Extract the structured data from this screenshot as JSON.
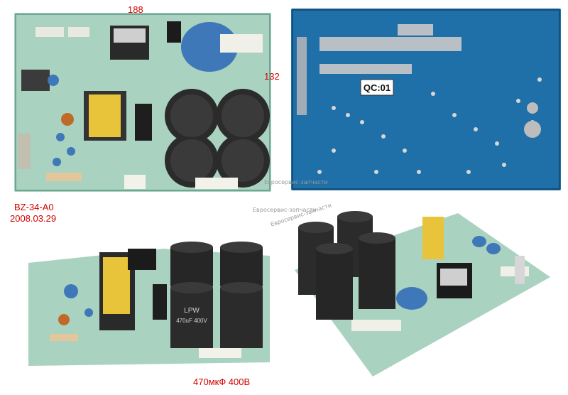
{
  "labels": {
    "dim_top": "188",
    "dim_side": "132",
    "model_line1": "BZ-34-A0",
    "model_line2": "2008.03.29",
    "capacitor_spec": "470мкФ 400В"
  },
  "watermarks": {
    "wm1": "Евросервис-запчасти",
    "wm2": "Евросервис-запчасти",
    "wm3": "Евросервис-запчасти"
  },
  "board_texts": {
    "qc_stamp": "QC:01",
    "cap_brand": "LPW",
    "cap_value": "470uF 400V"
  },
  "colors": {
    "label_red": "#d40000",
    "pcb_front": "#9ccbb8",
    "pcb_back": "#1f6fa8",
    "capacitor": "#2b2b2b",
    "film_cap": "#3e78b8"
  }
}
